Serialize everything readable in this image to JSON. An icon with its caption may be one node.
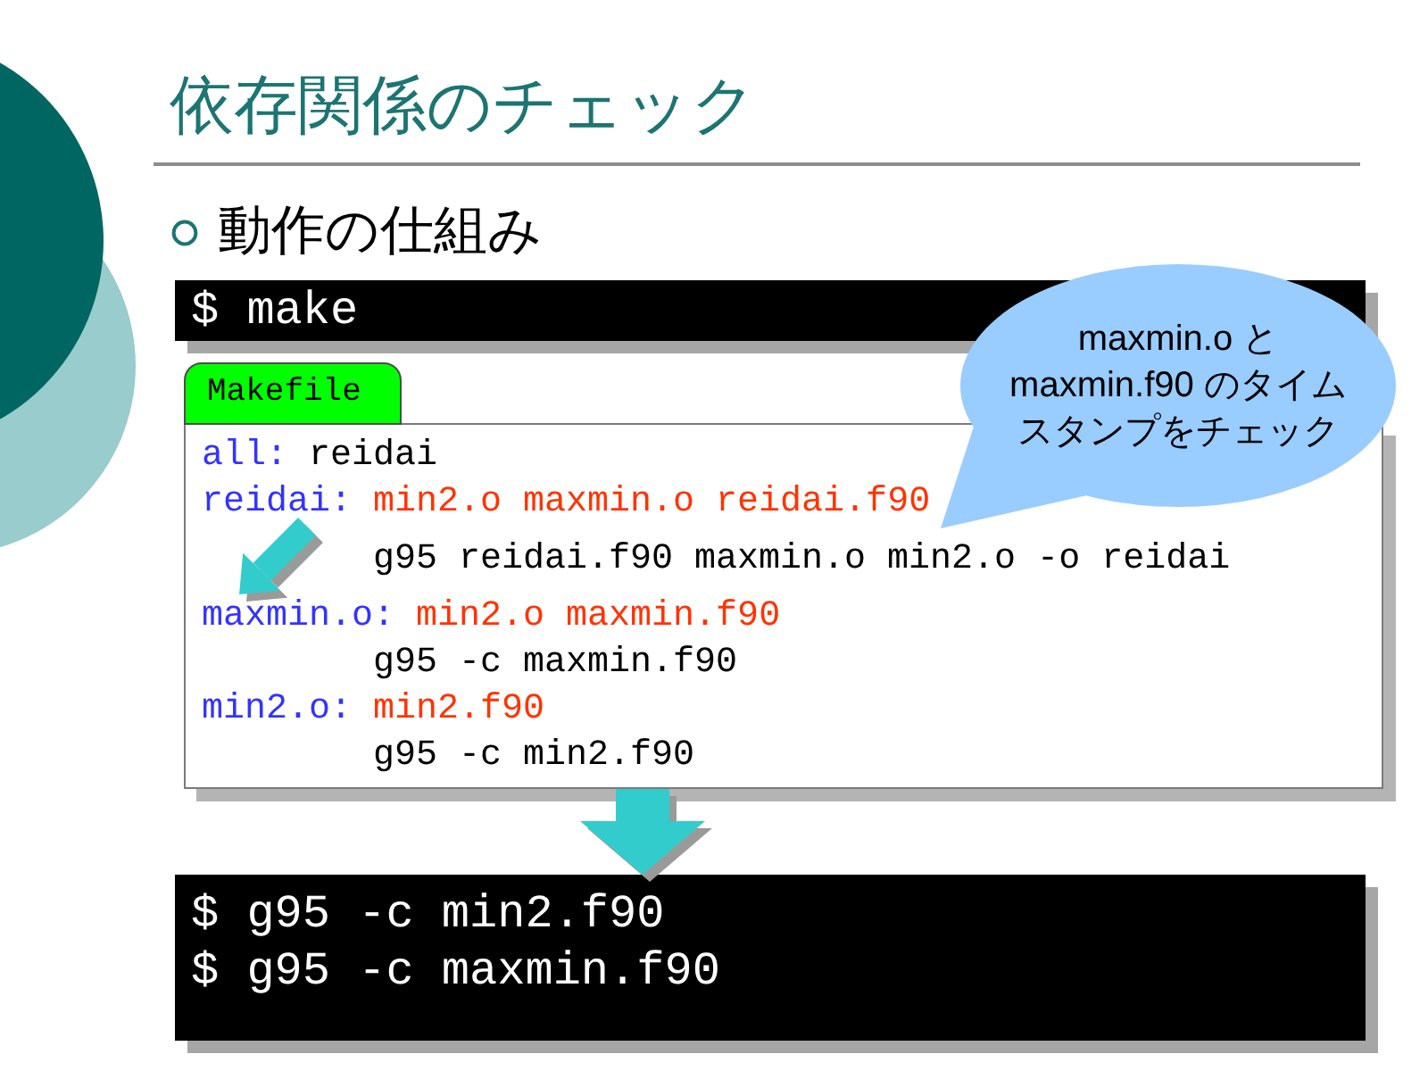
{
  "diagram": {
    "title": "依存関係のチェック",
    "nodes": [
      {
        "text": [
          "$ make"
        ]
      },
      {
        "text": [
          "Makefile"
        ]
      },
      {
        "text": [
          "all:",
          "reidai"
        ],
        "in": 1
      },
      {
        "text": [
          "reidai:",
          "min2.o maxmin.o reidai.f90"
        ],
        "in": 1
      },
      {
        "text": [
          "g95 reidai.f90 maxmin.o min2.o -o reidai"
        ],
        "in": 1
      },
      {
        "text": [
          "maxmin.o:",
          "min2.o maxmin.f90"
        ],
        "in": 1
      },
      {
        "text": [
          "g95 -c maxmin.f90"
        ],
        "in": 1
      },
      {
        "text": [
          "min2.o:",
          "min2.f90"
        ],
        "in": 1
      },
      {
        "text": [
          "g95 -c min2.f90"
        ],
        "in": 1
      },
      {
        "text": [
          "maxmin.o と maxmin.f90 のタイムスタンプをチェック"
        ]
      },
      {
        "text": [
          "$ g95 -c min2.f90",
          "$ g95 -c maxmin.f90"
        ]
      }
    ],
    "edges": [
      {
        "from": 3,
        "to": 5,
        "arrow": "to"
      },
      {
        "from": 1,
        "to": 10,
        "arrow": "to",
        "style": "thick"
      }
    ],
    "labels": [
      "動作の仕組み"
    ]
  }
}
